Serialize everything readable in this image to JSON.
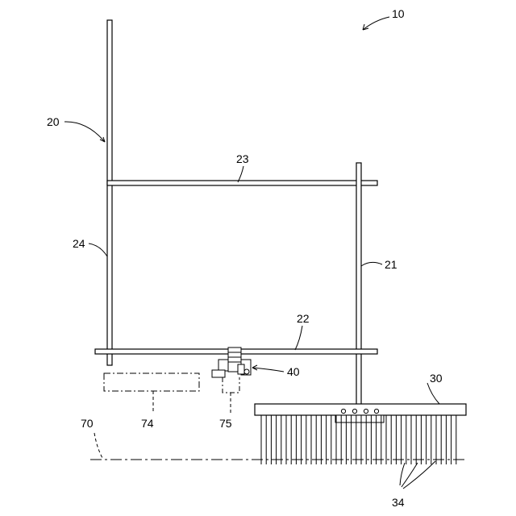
{
  "labels": {
    "apparatus": "10",
    "frame": "20",
    "vertical_member_21": "21",
    "horizontal_member_22": "22",
    "horizontal_member_23": "23",
    "vertical_member_24": "24",
    "brush_unit": "30",
    "bristles": "34",
    "clamp_unit": "40",
    "ground_line": "70",
    "box_74": "74",
    "box_75": "75"
  }
}
